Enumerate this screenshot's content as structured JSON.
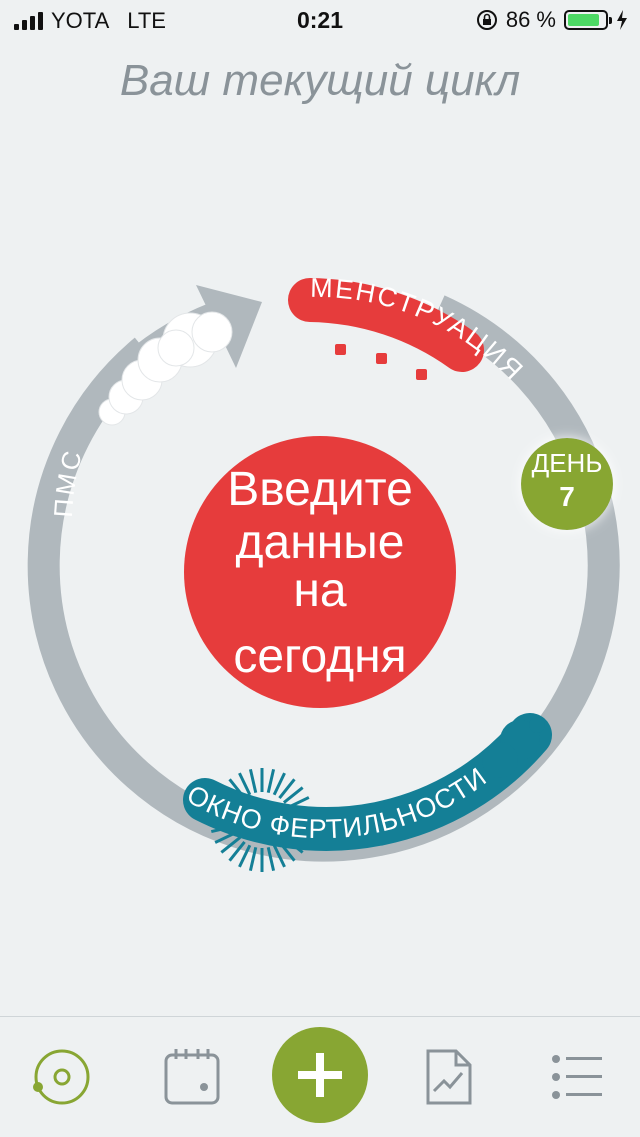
{
  "status_bar": {
    "carrier": "YOTA",
    "network": "LTE",
    "time": "0:21",
    "battery_percent": "86 %",
    "battery_level": 0.86
  },
  "header": {
    "title": "Ваш текущий цикл"
  },
  "cycle": {
    "center_lines": [
      "Введите",
      "данные",
      "на",
      "сегодня"
    ],
    "menstruation_label": "МЕНСТРУАЦИЯ",
    "fertility_label": "ОКНО ФЕРТИЛЬНОСТИ",
    "pms_label": "ПМС",
    "day_label": "ДЕНЬ",
    "day_number": "7"
  },
  "colors": {
    "ring": "#b0b8bd",
    "menstruation": "#e63c3c",
    "fertility": "#147f96",
    "day_badge": "#88a633",
    "background": "#eef1f2",
    "tab_icon": "#8a9399"
  },
  "tab_bar": {
    "items": [
      {
        "icon": "cycle-icon",
        "active": true
      },
      {
        "icon": "calendar-icon",
        "active": false
      },
      {
        "icon": "add-icon",
        "active": false
      },
      {
        "icon": "chart-document-icon",
        "active": false
      },
      {
        "icon": "menu-list-icon",
        "active": false
      }
    ]
  }
}
